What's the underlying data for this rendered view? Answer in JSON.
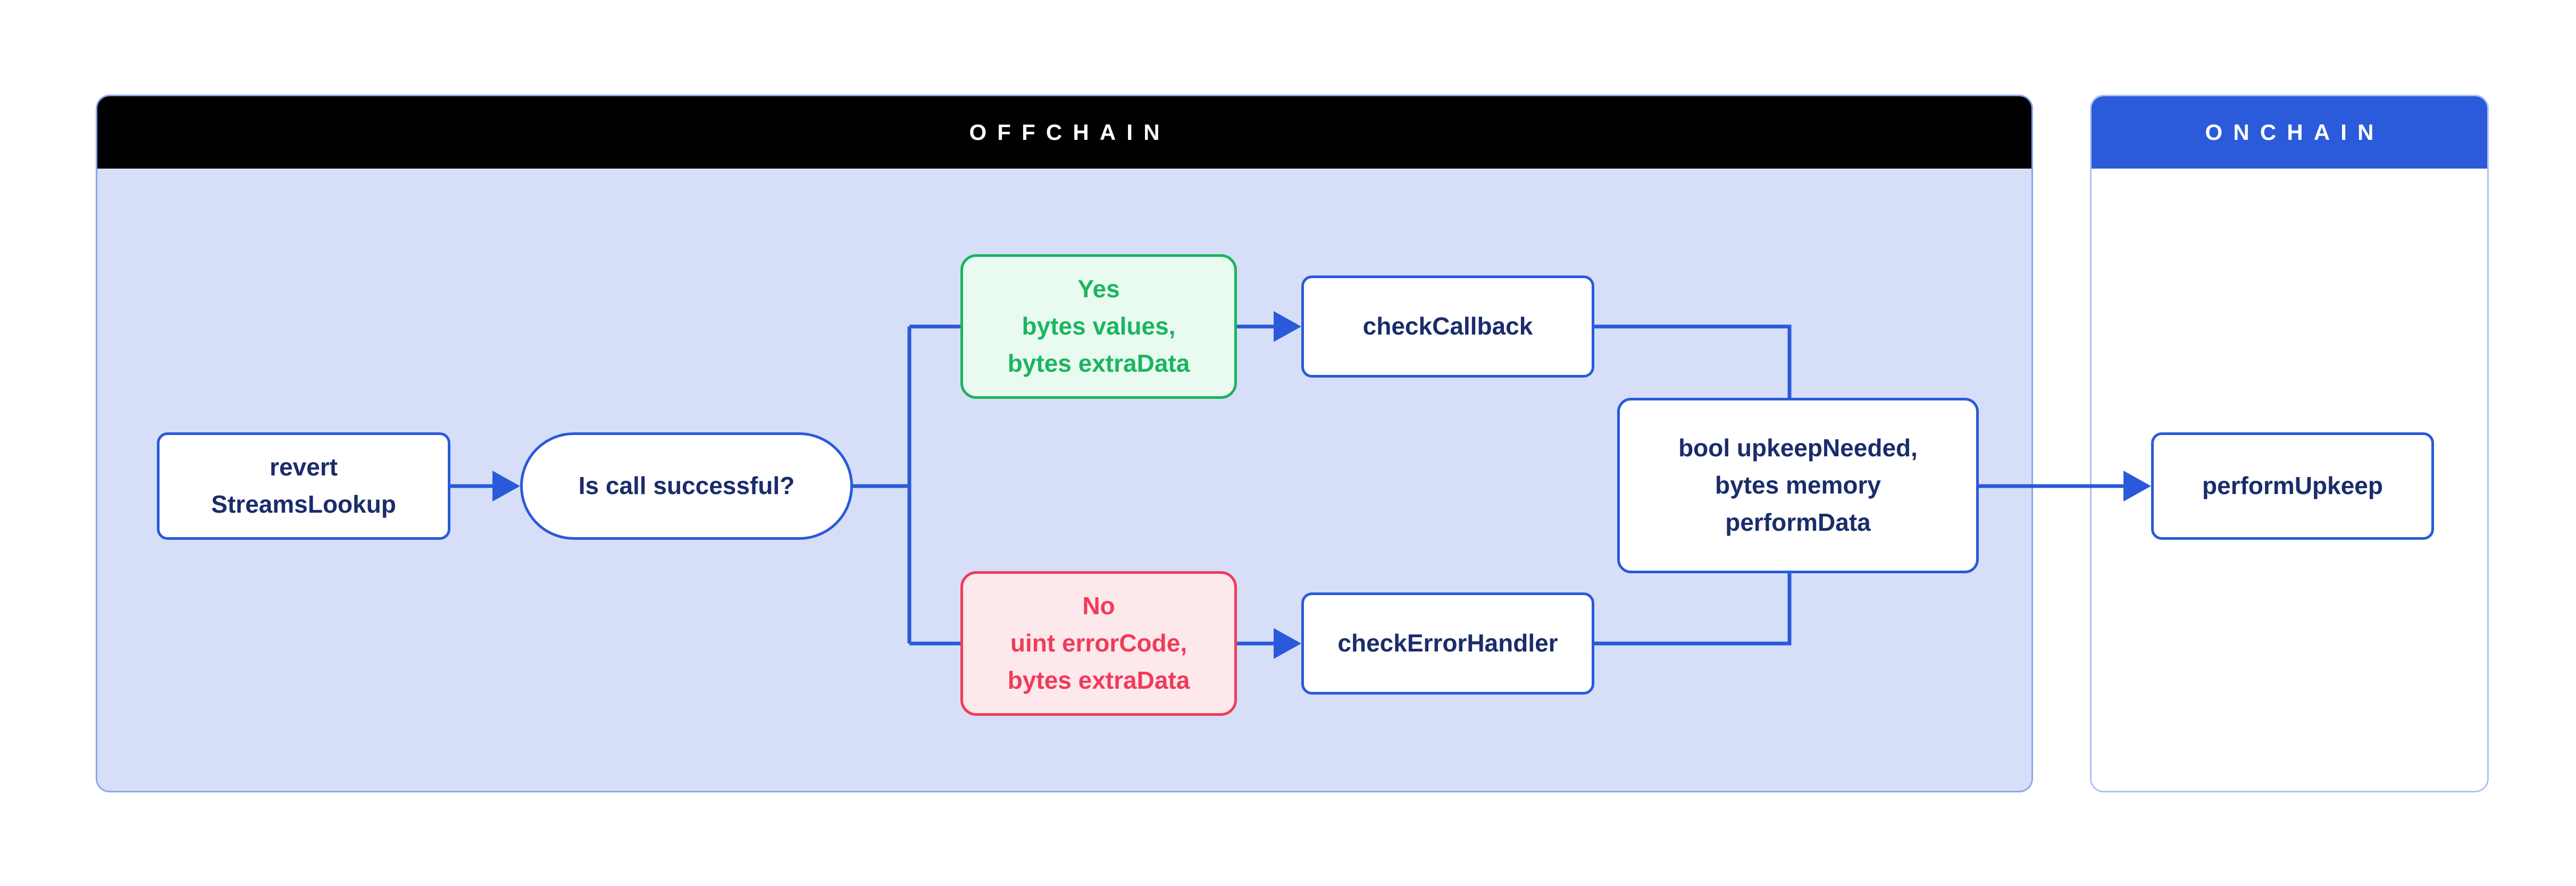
{
  "diagram": {
    "containers": {
      "offchain": {
        "title": "OFFCHAIN",
        "header_bg": "#000000",
        "body_bg": "#D6DFF7",
        "border": "#8CA6EF"
      },
      "onchain": {
        "title": "ONCHAIN",
        "header_bg": "#2B5BDA",
        "body_bg": "#FFFFFF",
        "border": "#AEC1F4"
      }
    },
    "nodes": {
      "revert": {
        "label": "revert\nStreamsLookup",
        "group": "offchain",
        "style": "default"
      },
      "question": {
        "label": "Is call successful?",
        "group": "offchain",
        "style": "stadium"
      },
      "yes_branch": {
        "label": "Yes\nbytes values,\nbytes extraData",
        "group": "offchain",
        "style": "success"
      },
      "no_branch": {
        "label": "No\nuint errorCode,\nbytes extraData",
        "group": "offchain",
        "style": "error"
      },
      "check_callback": {
        "label": "checkCallback",
        "group": "offchain",
        "style": "default"
      },
      "check_error_handler": {
        "label": "checkErrorHandler",
        "group": "offchain",
        "style": "default"
      },
      "result": {
        "label": "bool upkeepNeeded,\nbytes memory\nperformData",
        "group": "offchain",
        "style": "default"
      },
      "perform_upkeep": {
        "label": "performUpkeep",
        "group": "onchain",
        "style": "default"
      }
    },
    "edges": [
      {
        "from": "revert",
        "to": "question",
        "arrow": true
      },
      {
        "from": "question",
        "to": "yes_branch",
        "arrow": false
      },
      {
        "from": "question",
        "to": "no_branch",
        "arrow": false
      },
      {
        "from": "yes_branch",
        "to": "check_callback",
        "arrow": true
      },
      {
        "from": "no_branch",
        "to": "check_error_handler",
        "arrow": true
      },
      {
        "from": "check_callback",
        "to": "result",
        "arrow": false
      },
      {
        "from": "check_error_handler",
        "to": "result",
        "arrow": false
      },
      {
        "from": "result",
        "to": "perform_upkeep",
        "arrow": true
      }
    ],
    "colors": {
      "connector": "#2A5AD9",
      "node_border": "#2A5AD9",
      "node_text": "#1A2C6B",
      "yes_text": "#1CB560",
      "yes_bg": "#E9FBF1",
      "yes_border": "#1BB45E",
      "no_text": "#F23A5A",
      "no_bg": "#FDE9EB",
      "no_border": "#F23A5A"
    }
  }
}
